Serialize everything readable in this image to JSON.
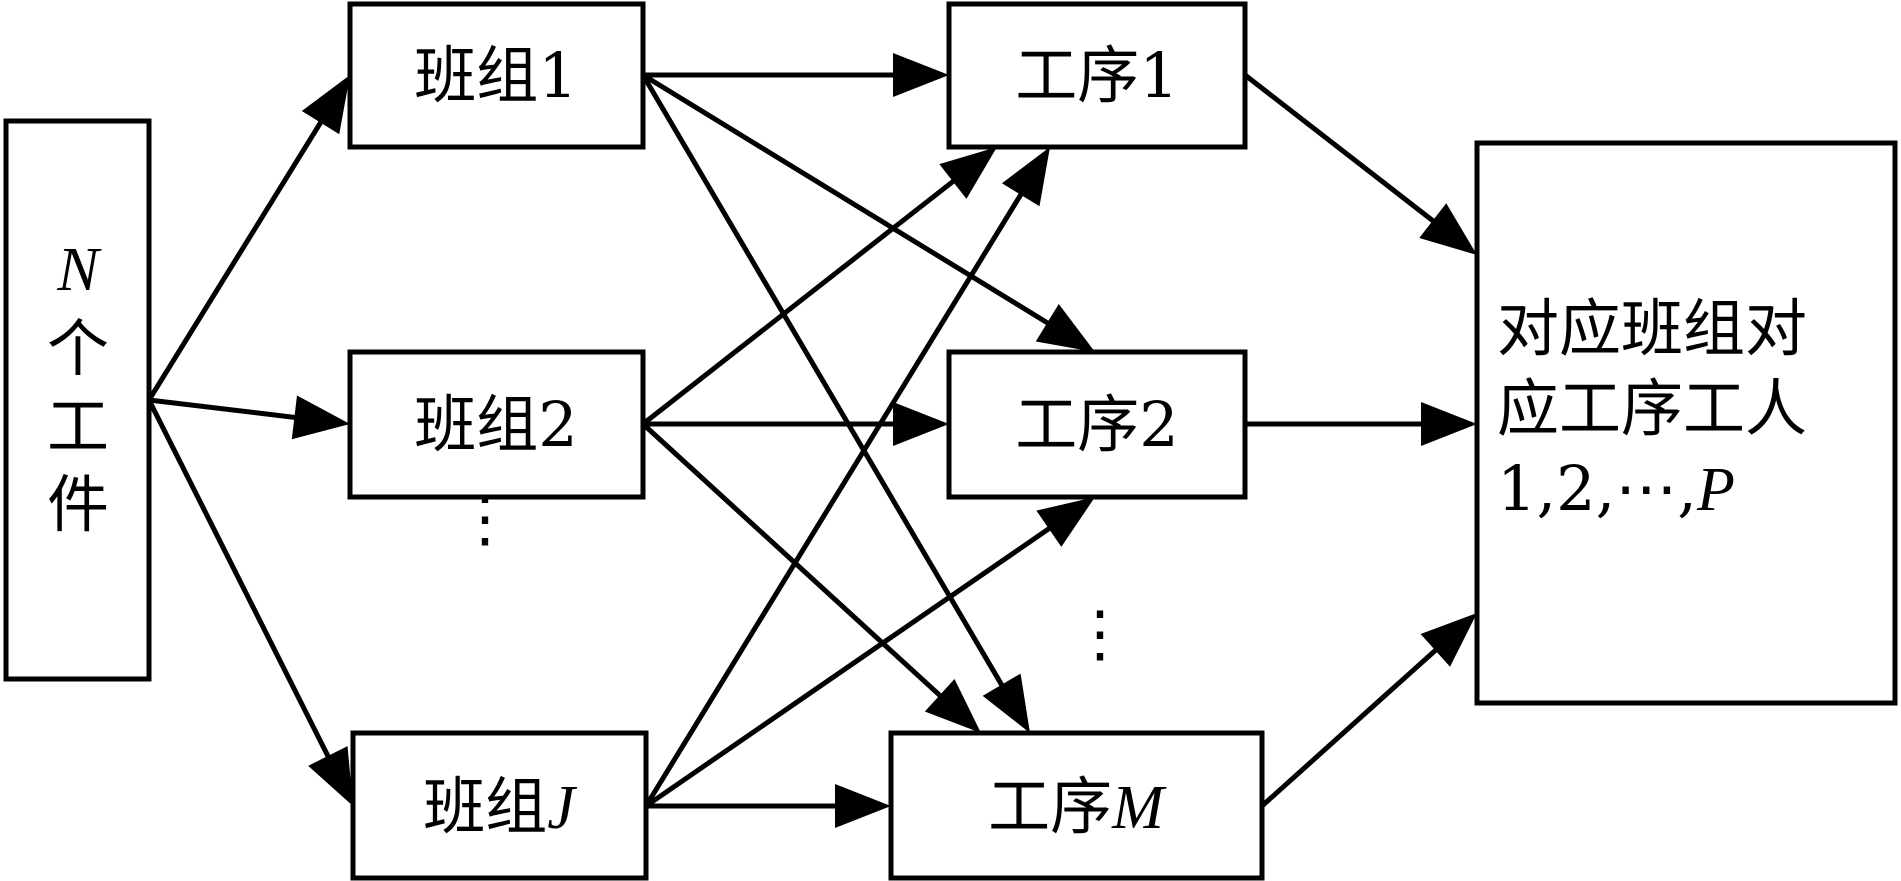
{
  "diagram": {
    "type": "flow",
    "source": {
      "id": "workpieces",
      "label_var": "N",
      "label_text": "个工件"
    },
    "teams": [
      {
        "id": "team1",
        "label": "班组",
        "index": "1",
        "index_italic": false
      },
      {
        "id": "team2",
        "label": "班组",
        "index": "2",
        "index_italic": false
      },
      {
        "id": "teamJ",
        "label": "班组",
        "index": "J",
        "index_italic": true
      }
    ],
    "teams_ellipsis": "⋮",
    "processes": [
      {
        "id": "proc1",
        "label": "工序",
        "index": "1",
        "index_italic": false
      },
      {
        "id": "proc2",
        "label": "工序",
        "index": "2",
        "index_italic": false
      },
      {
        "id": "procM",
        "label": "工序",
        "index": "M",
        "index_italic": true
      }
    ],
    "processes_ellipsis": "⋮",
    "sink": {
      "id": "workers",
      "line1": "对应班组对",
      "line2": "应工序工人",
      "line3_prefix": "1,2,⋯,",
      "line3_var": "P"
    },
    "edges": [
      {
        "from": "workpieces",
        "to": "team1"
      },
      {
        "from": "workpieces",
        "to": "team2"
      },
      {
        "from": "workpieces",
        "to": "teamJ"
      },
      {
        "from": "team1",
        "to": "proc1"
      },
      {
        "from": "team1",
        "to": "proc2"
      },
      {
        "from": "team1",
        "to": "procM"
      },
      {
        "from": "team2",
        "to": "proc1"
      },
      {
        "from": "team2",
        "to": "proc2"
      },
      {
        "from": "team2",
        "to": "procM"
      },
      {
        "from": "teamJ",
        "to": "proc1"
      },
      {
        "from": "teamJ",
        "to": "proc2"
      },
      {
        "from": "teamJ",
        "to": "procM"
      },
      {
        "from": "proc1",
        "to": "workers"
      },
      {
        "from": "proc2",
        "to": "workers"
      },
      {
        "from": "procM",
        "to": "workers"
      }
    ]
  }
}
